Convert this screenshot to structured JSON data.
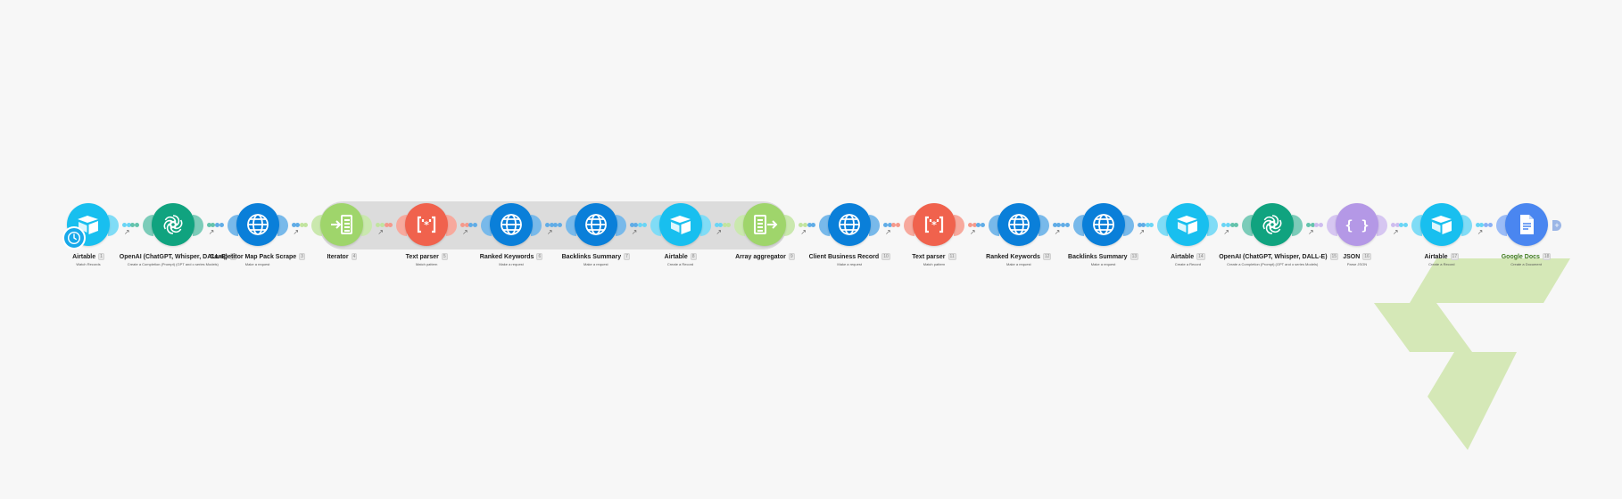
{
  "scenario": {
    "modules": [
      {
        "id": 1,
        "name": "Airtable",
        "action": "Watch Records",
        "app": "airtable",
        "badge": "1"
      },
      {
        "id": 2,
        "name": "OpenAI (ChatGPT, Whisper, DALL-E)",
        "action": "Create a Completion (Prompt) (GPT and o series Models)",
        "app": "openai",
        "badge": "2"
      },
      {
        "id": 3,
        "name": "Competitor Map Pack Scrape",
        "action": "Make a request",
        "app": "http",
        "badge": "3"
      },
      {
        "id": 4,
        "name": "Iterator",
        "action": "",
        "app": "iterator",
        "badge": "4"
      },
      {
        "id": 5,
        "name": "Text parser",
        "action": "Match pattern",
        "app": "textparser",
        "badge": "5"
      },
      {
        "id": 6,
        "name": "Ranked Keywords",
        "action": "Make a request",
        "app": "http",
        "badge": "6"
      },
      {
        "id": 7,
        "name": "Backlinks Summary",
        "action": "Make a request",
        "app": "http",
        "badge": "7"
      },
      {
        "id": 8,
        "name": "Airtable",
        "action": "Create a Record",
        "app": "airtable",
        "badge": "8"
      },
      {
        "id": 9,
        "name": "Array aggregator",
        "action": "",
        "app": "aggregator",
        "badge": "9"
      },
      {
        "id": 10,
        "name": "Client Business Record",
        "action": "Make a request",
        "app": "http",
        "badge": "10"
      },
      {
        "id": 11,
        "name": "Text parser",
        "action": "Match pattern",
        "app": "textparser",
        "badge": "11"
      },
      {
        "id": 12,
        "name": "Ranked Keywords",
        "action": "Make a request",
        "app": "http",
        "badge": "12"
      },
      {
        "id": 13,
        "name": "Backlinks Summary",
        "action": "Make a request",
        "app": "http",
        "badge": "13"
      },
      {
        "id": 14,
        "name": "Airtable",
        "action": "Create a Record",
        "app": "airtable",
        "badge": "14"
      },
      {
        "id": 15,
        "name": "OpenAI (ChatGPT, Whisper, DALL-E)",
        "action": "Create a Completion (Prompt) (GPT and o series Models)",
        "app": "openai",
        "badge": "15"
      },
      {
        "id": 16,
        "name": "JSON",
        "action": "Parse JSON",
        "app": "json",
        "badge": "16"
      },
      {
        "id": 17,
        "name": "Airtable",
        "action": "Create a Record",
        "app": "airtable",
        "badge": "17"
      },
      {
        "id": 18,
        "name": "Google Docs",
        "action": "Create a Document",
        "app": "gdocs",
        "badge": "18"
      }
    ]
  },
  "app_colors": {
    "airtable": "#18bfef",
    "openai": "#10a37f",
    "http": "#0a7fd9",
    "iterator": "#9fd56b",
    "aggregator": "#9fd56b",
    "textparser": "#f0624d",
    "json": "#b498e6",
    "gdocs": "#4a86f0"
  },
  "icons": {
    "airtable": "airtable-icon",
    "openai": "openai-icon",
    "http": "globe-icon",
    "iterator": "iterator-icon",
    "aggregator": "aggregator-icon",
    "textparser": "text-parser-icon",
    "json": "json-icon",
    "gdocs": "google-docs-icon"
  },
  "trigger_icon": "clock-icon",
  "watermark_icon": "brand-logo-watermark",
  "iterator_group": {
    "from": 4,
    "to": 9
  }
}
